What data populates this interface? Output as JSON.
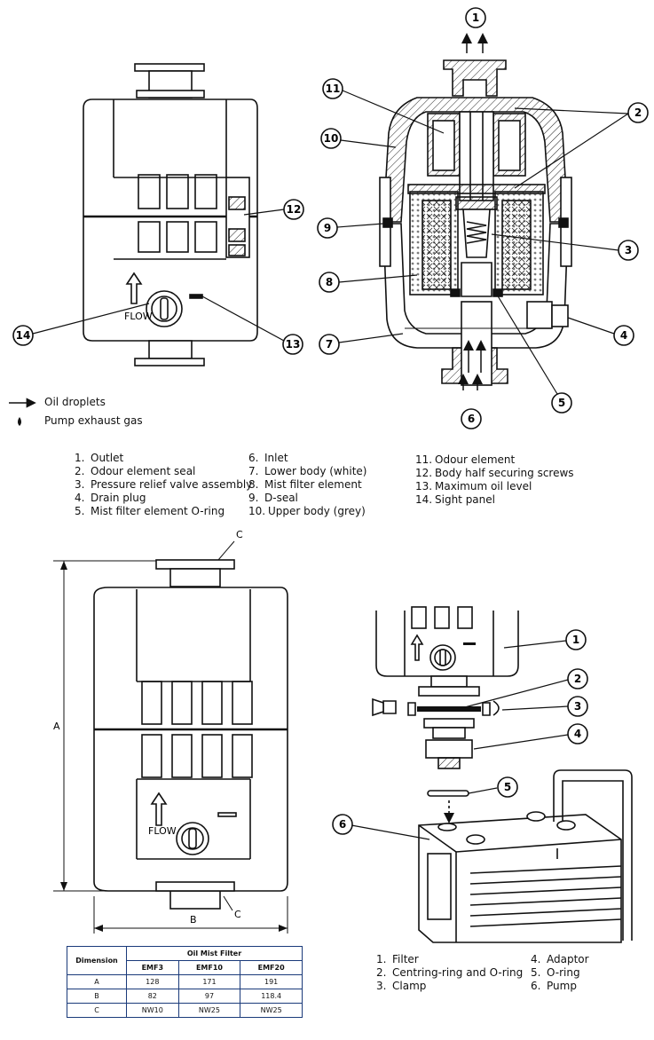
{
  "legend": {
    "oil_droplets": "Oil droplets",
    "pump_exhaust_gas": "Pump exhaust gas"
  },
  "parts_list": {
    "col1": [
      {
        "n": "1.",
        "label": "Outlet"
      },
      {
        "n": "2.",
        "label": "Odour element seal"
      },
      {
        "n": "3.",
        "label": "Pressure relief valve assembly"
      },
      {
        "n": "4.",
        "label": "Drain plug"
      },
      {
        "n": "5.",
        "label": "Mist filter element O-ring"
      }
    ],
    "col2": [
      {
        "n": "6.",
        "label": "Inlet"
      },
      {
        "n": "7.",
        "label": "Lower body (white)"
      },
      {
        "n": "8.",
        "label": "Mist filter element"
      },
      {
        "n": "9.",
        "label": "D-seal"
      },
      {
        "n": "10.",
        "label": "Upper body (grey)"
      }
    ],
    "col3": [
      {
        "n": "11.",
        "label": "Odour element"
      },
      {
        "n": "12.",
        "label": "Body half securing screws"
      },
      {
        "n": "13.",
        "label": "Maximum oil level"
      },
      {
        "n": "14.",
        "label": "Sight panel"
      }
    ]
  },
  "callouts": {
    "external": [
      "12",
      "14",
      "13"
    ],
    "section": [
      "1",
      "11",
      "2",
      "10",
      "9",
      "3",
      "8",
      "7",
      "4",
      "5",
      "6"
    ],
    "assembly": [
      "1",
      "2",
      "3",
      "4",
      "5",
      "6"
    ]
  },
  "flow_label": "FLOW",
  "dimension_labels": {
    "a": "A",
    "b": "B",
    "c_top": "C",
    "c_bottom": "C"
  },
  "dims_table": {
    "header_left": "Dimension",
    "header_group": "Oil Mist Filter",
    "models": [
      "EMF3",
      "EMF10",
      "EMF20"
    ],
    "rows": [
      {
        "dim": "A",
        "values": [
          "128",
          "171",
          "191"
        ]
      },
      {
        "dim": "B",
        "values": [
          "82",
          "97",
          "118.4"
        ]
      },
      {
        "dim": "C",
        "values": [
          "NW10",
          "NW25",
          "NW25"
        ]
      }
    ]
  },
  "assembly_list": {
    "col1": [
      {
        "n": "1.",
        "label": "Filter"
      },
      {
        "n": "2.",
        "label": "Centring-ring and O-ring"
      },
      {
        "n": "3.",
        "label": "Clamp"
      }
    ],
    "col2": [
      {
        "n": "4.",
        "label": "Adaptor"
      },
      {
        "n": "5.",
        "label": "O-ring"
      },
      {
        "n": "6.",
        "label": "Pump"
      }
    ]
  }
}
